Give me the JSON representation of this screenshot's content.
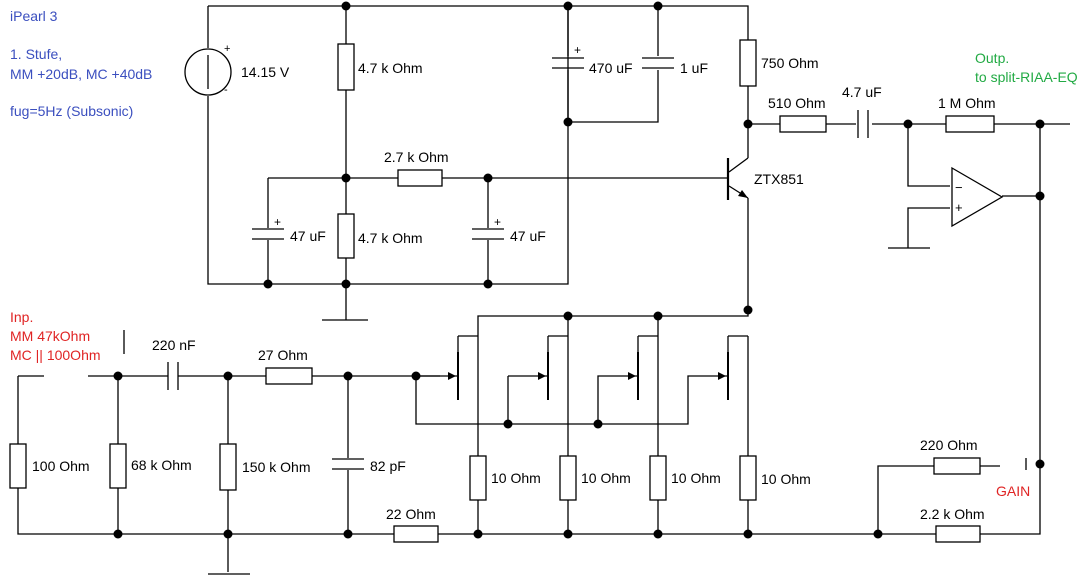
{
  "notes": {
    "title": "iPearl 3",
    "stage": "1. Stufe,",
    "gain": "MM +20dB, MC +40dB",
    "fug": "fug=5Hz (Subsonic)"
  },
  "input": {
    "label": "Inp.",
    "mm": "MM 47kOhm",
    "mc": "MC || 100Ohm"
  },
  "output": {
    "label": "Outp.",
    "target": "to split-RIAA-EQ"
  },
  "gain_label": "GAIN",
  "supply": {
    "voltage": "14.15 V",
    "plus": "+",
    "minus": "-"
  },
  "components": {
    "r_4k7_top": "4.7 k Ohm",
    "c_470u": "470 uF",
    "c_1u": "1 uF",
    "r_750": "750  Ohm",
    "r_2k7": "2.7 k Ohm",
    "c_47u_left": "47 uF",
    "r_4k7_bottom": "4.7 k Ohm",
    "c_47u_right": "47 uF",
    "transistor": "ZTX851",
    "r_510": "510  Ohm",
    "c_4u7": "4.7 uF",
    "r_1M": "1 M Ohm",
    "c_220n": "220 nF",
    "r_27": "27  Ohm",
    "r_100": "100  Ohm",
    "r_68k": "68 k Ohm",
    "r_150k": "150 k Ohm",
    "c_82p": "82 pF",
    "r_22": "22  Ohm",
    "r_10_a": "10  Ohm",
    "r_10_b": "10  Ohm",
    "r_10_c": "10  Ohm",
    "r_10_d": "10  Ohm",
    "r_220": "220  Ohm",
    "r_2k2": "2.2 k Ohm",
    "cap_plus": "+",
    "opamp_minus": "−",
    "opamp_plus": "+"
  }
}
